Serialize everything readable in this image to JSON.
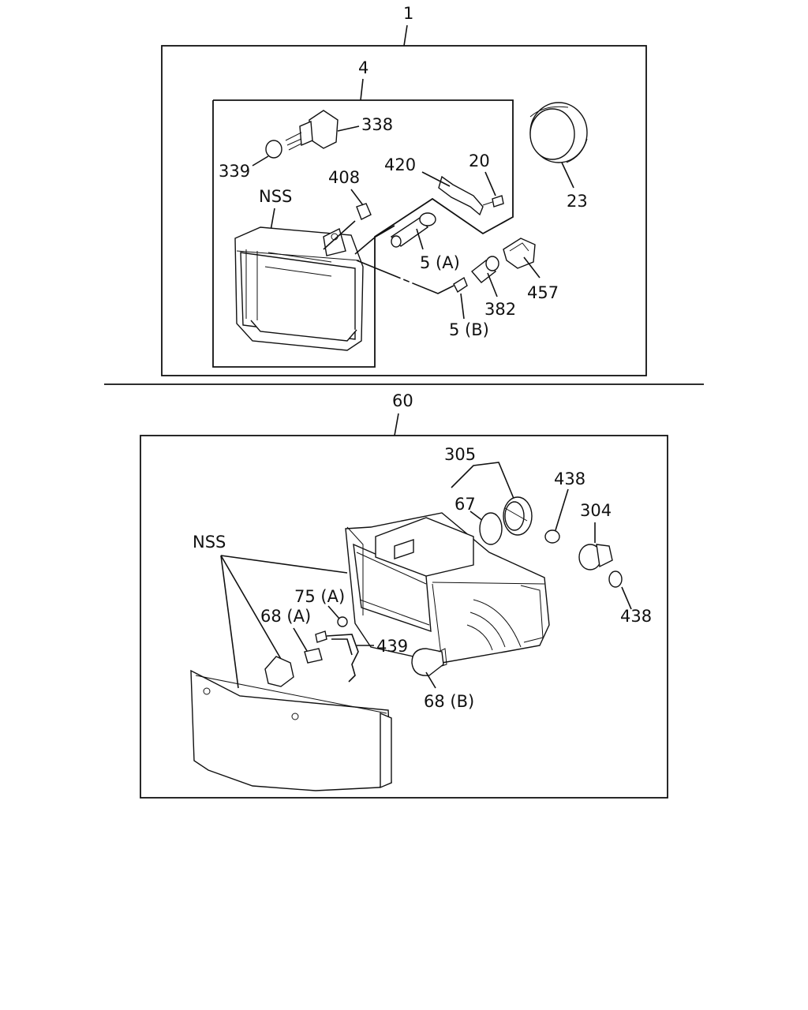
{
  "upper_assembly": {
    "main_callout": "1",
    "sub_callout": "4",
    "labels": {
      "p338": "338",
      "p339": "339",
      "nss": "NSS",
      "p408": "408",
      "p420": "420",
      "p20": "20",
      "p23": "23",
      "p5a": "5 (A)",
      "p382": "382",
      "p457": "457",
      "p5b": "5 (B)"
    }
  },
  "lower_assembly": {
    "main_callout": "60",
    "labels": {
      "p305": "305",
      "p67": "67",
      "p438_top": "438",
      "p304": "304",
      "p438_bottom": "438",
      "nss": "NSS",
      "p75a": "75 (A)",
      "p68a": "68 (A)",
      "p439": "439",
      "p68b": "68 (B)"
    }
  }
}
